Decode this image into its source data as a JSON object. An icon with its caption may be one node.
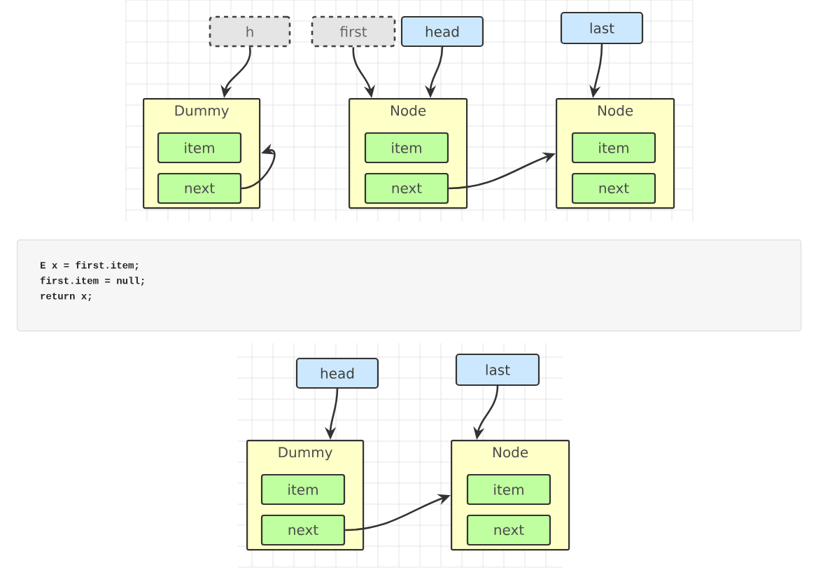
{
  "diagram": {
    "nodes": [
      {
        "text": [
          "h"
        ]
      },
      {
        "text": [
          "first"
        ]
      },
      {
        "text": [
          "head"
        ]
      },
      {
        "text": [
          "last"
        ]
      },
      {
        "text": [
          "Dummy"
        ]
      },
      {
        "text": [
          "item"
        ],
        "in": 4
      },
      {
        "text": [
          "next"
        ],
        "in": 4
      },
      {
        "text": [
          "Node"
        ]
      },
      {
        "text": [
          "item"
        ],
        "in": 7
      },
      {
        "text": [
          "next"
        ],
        "in": 7
      },
      {
        "text": [
          "Node"
        ]
      },
      {
        "text": [
          "item"
        ],
        "in": 10
      },
      {
        "text": [
          "next"
        ],
        "in": 10
      },
      {
        "text": [
          "E x = first.item;",
          "first.item = null;",
          "return x;"
        ]
      },
      {
        "text": [
          "head"
        ]
      },
      {
        "text": [
          "last"
        ]
      },
      {
        "text": [
          "Dummy"
        ]
      },
      {
        "text": [
          "item"
        ],
        "in": 16
      },
      {
        "text": [
          "next"
        ],
        "in": 16
      },
      {
        "text": [
          "Node"
        ]
      },
      {
        "text": [
          "item"
        ],
        "in": 19
      },
      {
        "text": [
          "next"
        ],
        "in": 19
      }
    ],
    "edges": [
      {
        "from": 0,
        "to": 4,
        "arrow": "to"
      },
      {
        "from": 1,
        "to": 7,
        "arrow": "to"
      },
      {
        "from": 2,
        "to": 7,
        "arrow": "to"
      },
      {
        "from": 3,
        "to": 10,
        "arrow": "to"
      },
      {
        "from": 6,
        "to": 5,
        "arrow": "to"
      },
      {
        "from": 9,
        "to": 10,
        "arrow": "to"
      },
      {
        "from": 14,
        "to": 16,
        "arrow": "to"
      },
      {
        "from": 15,
        "to": 19,
        "arrow": "to"
      },
      {
        "from": 18,
        "to": 19,
        "arrow": "to"
      }
    ]
  }
}
